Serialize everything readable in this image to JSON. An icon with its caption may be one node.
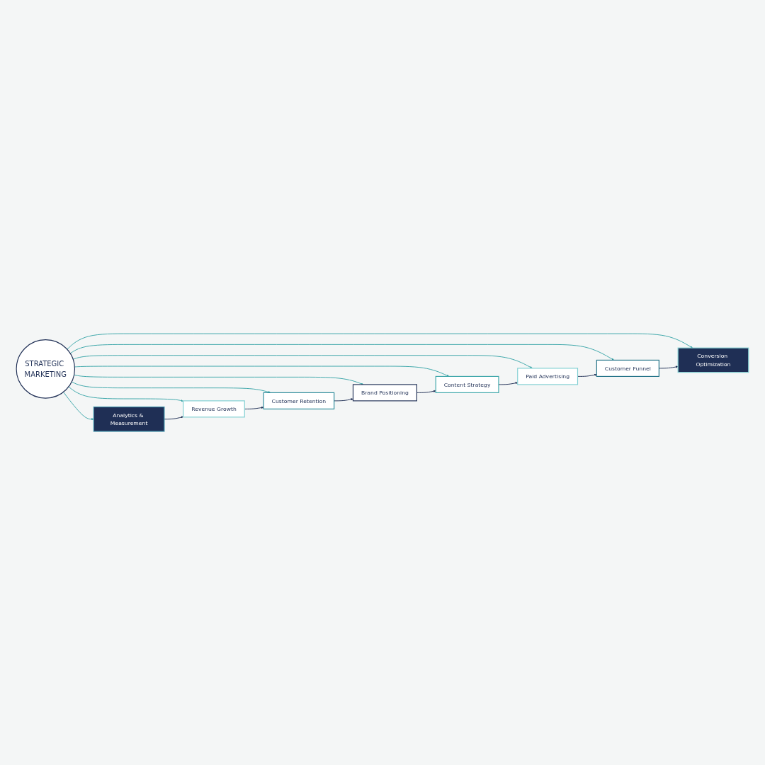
{
  "diagram": {
    "nodes": [
      {
        "text": [
          "STRATEGIC MARKETING"
        ]
      },
      {
        "text": [
          "Brand Positioning"
        ]
      },
      {
        "text": [
          "Content Strategy"
        ]
      },
      {
        "text": [
          "Paid Advertising"
        ]
      },
      {
        "text": [
          "Customer Funnel"
        ]
      },
      {
        "text": [
          "Conversion Optimization"
        ]
      },
      {
        "text": [
          "Analytics & Measurement"
        ]
      },
      {
        "text": [
          "Revenue Growth"
        ]
      },
      {
        "text": [
          "Customer Retention"
        ]
      }
    ],
    "edges": [
      {
        "from": 0,
        "to": 1,
        "arrow": "to"
      },
      {
        "from": 0,
        "to": 2,
        "arrow": "to"
      },
      {
        "from": 0,
        "to": 3,
        "arrow": "to"
      },
      {
        "from": 0,
        "to": 4,
        "arrow": "to"
      },
      {
        "from": 0,
        "to": 5,
        "arrow": "to"
      },
      {
        "from": 0,
        "to": 6,
        "arrow": "to"
      },
      {
        "from": 0,
        "to": 7,
        "arrow": "to"
      },
      {
        "from": 0,
        "to": 8,
        "arrow": "to"
      },
      {
        "from": 1,
        "to": 2,
        "arrow": "to",
        "color": "#1f2f55"
      },
      {
        "from": 2,
        "to": 3,
        "arrow": "to",
        "color": "#1f2f55"
      },
      {
        "from": 3,
        "to": 4,
        "arrow": "to",
        "color": "#1f2f55"
      },
      {
        "from": 4,
        "to": 5,
        "arrow": "to",
        "color": "#1f2f55"
      },
      {
        "from": 6,
        "to": 7,
        "arrow": "to",
        "color": "#1f2f55"
      },
      {
        "from": 7,
        "to": 8,
        "arrow": "to",
        "color": "#1f2f55"
      },
      {
        "from": 8,
        "to": 1,
        "arrow": "to",
        "color": "#1f2f55"
      }
    ]
  }
}
